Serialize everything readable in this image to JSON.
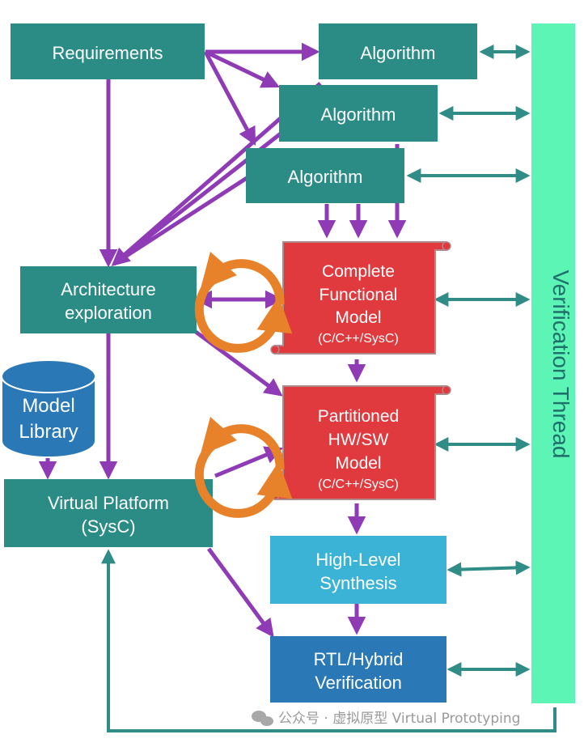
{
  "nodes": {
    "requirements": {
      "label": "Requirements"
    },
    "algorithm_1": {
      "label": "Algorithm"
    },
    "algorithm_2": {
      "label": "Algorithm"
    },
    "algorithm_3": {
      "label": "Algorithm"
    },
    "architecture": {
      "line1": "Architecture",
      "line2": "exploration"
    },
    "model_library": {
      "line1": "Model",
      "line2": "Library"
    },
    "virtual_platform": {
      "line1": "Virtual Platform",
      "line2": "(SysC)"
    },
    "functional_model": {
      "line1": "Complete",
      "line2": "Functional",
      "line3": "Model",
      "line4": "(C/C++/SysC)"
    },
    "partitioned_model": {
      "line1": "Partitioned",
      "line2": "HW/SW",
      "line3": "Model",
      "line4": "(C/C++/SysC)"
    },
    "hls": {
      "line1": "High-Level",
      "line2": "Synthesis"
    },
    "rtl": {
      "line1": "RTL/Hybrid",
      "line2": "Verification"
    },
    "verification_thread": {
      "label": "Verification Thread"
    }
  },
  "watermark": {
    "text": "公众号 · 虚拟原型 Virtual Prototyping"
  },
  "colors": {
    "teal_box": "#2b8c86",
    "red_scroll": "#e03a3e",
    "light_blue": "#3bb3d6",
    "mid_blue": "#2a79b6",
    "verification_bar": "#5cf5b5",
    "purple_arrow": "#8e3bb5",
    "teal_arrow": "#2f8c86",
    "orange_loop": "#e8822a"
  }
}
